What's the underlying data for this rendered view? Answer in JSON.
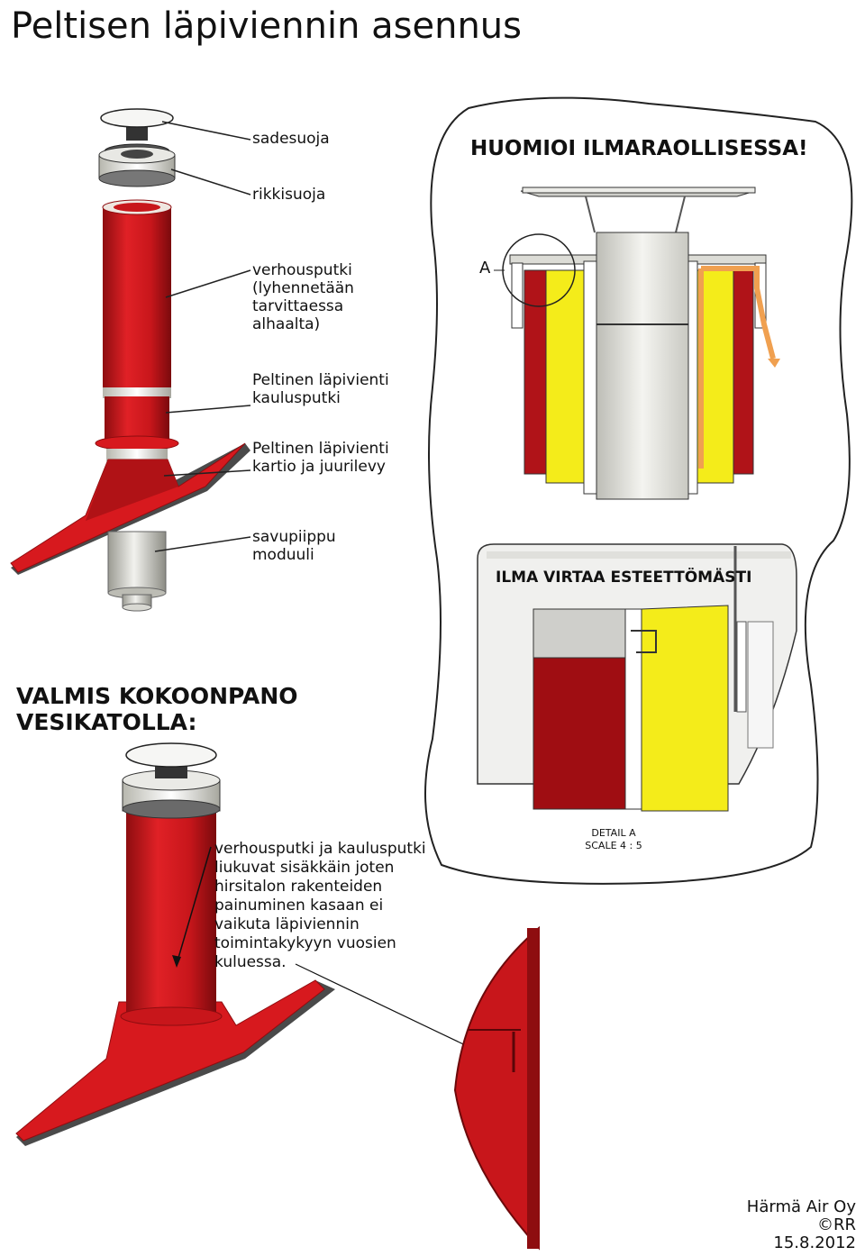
{
  "title": "Peltisen läpiviennin asennus",
  "labels": {
    "sadesuoja": "sadesuoja",
    "rikkisuoja": "rikkisuoja",
    "verhousputki": [
      "verhousputki",
      "(lyhennetään",
      "tarvittaessa",
      "alhaalta)"
    ],
    "kaulusputki": [
      "Peltinen läpivienti",
      "kaulusputki"
    ],
    "kartio": [
      "Peltinen läpivienti",
      "kartio ja juurilevy"
    ],
    "savupiippu": [
      "savupiippu",
      "moduuli"
    ],
    "point_a": "A"
  },
  "assembled": {
    "heading": [
      "VALMIS KOKOONPANO",
      "VESIKATOLLA:"
    ],
    "note": [
      "verhousputki ja kaulusputki",
      "liukuvat sisäkkäin joten",
      "hirsitalon rakenteiden",
      "painuminen kasaan ei",
      "vaikuta läpiviennin",
      "toimintakykyyn vuosien",
      "kuluessa."
    ]
  },
  "callout": {
    "heading": "HUOMIOI ILMARAOLLISESSA!",
    "detail_heading": "ILMA VIRTAA ESTEETTÖMÄSTI",
    "detail_caption": [
      "DETAIL A",
      "SCALE 4 : 5"
    ]
  },
  "credits": [
    "Härmä Air Oy",
    "©RR",
    "15.8.2012"
  ],
  "colors": {
    "red": "#c8161b",
    "dark_red": "#8e0d10",
    "yellow": "#f4ec1a",
    "steel": "#d9d9d4",
    "orange": "#f0a050"
  }
}
